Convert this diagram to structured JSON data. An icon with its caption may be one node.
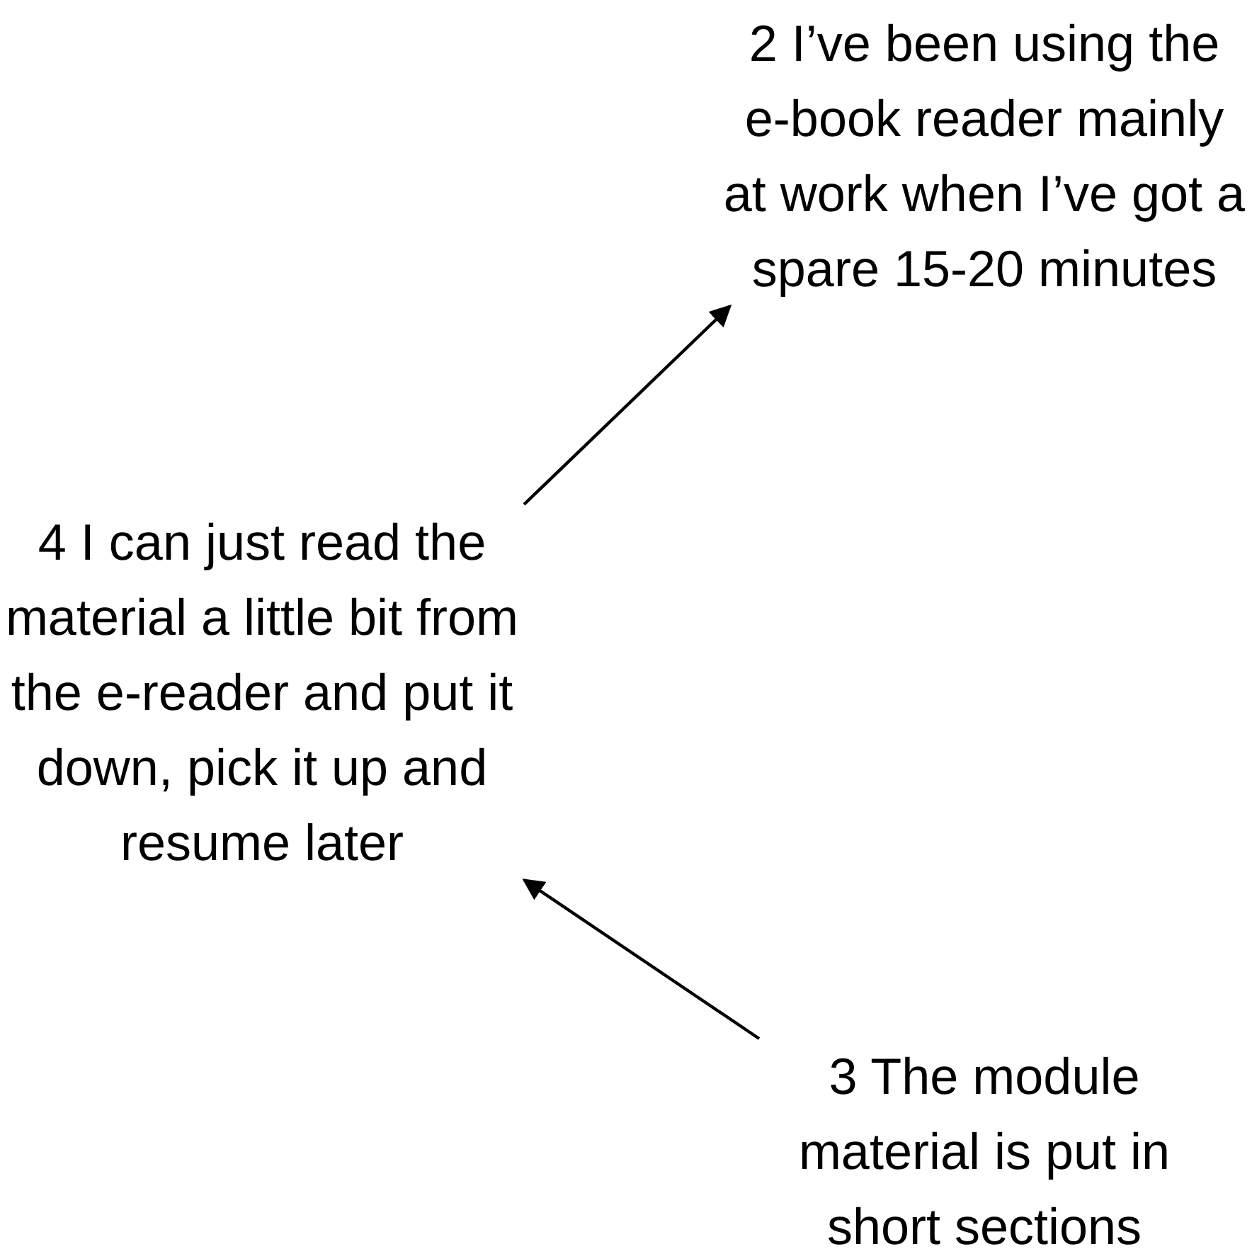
{
  "diagram": {
    "nodes": [
      {
        "text": [
          "2 I’ve been using the e-book reader mainly at work when I’ve got a spare 15-20 minutes"
        ]
      },
      {
        "text": [
          "4 I can just read the material a little bit from the e-reader and put it down, pick it up and resume later"
        ]
      },
      {
        "text": [
          "3 The module material is put in short sections"
        ]
      }
    ],
    "edges": [
      {
        "from": 1,
        "to": 0,
        "arrow": "to"
      },
      {
        "from": 2,
        "to": 1,
        "arrow": "to"
      }
    ]
  }
}
